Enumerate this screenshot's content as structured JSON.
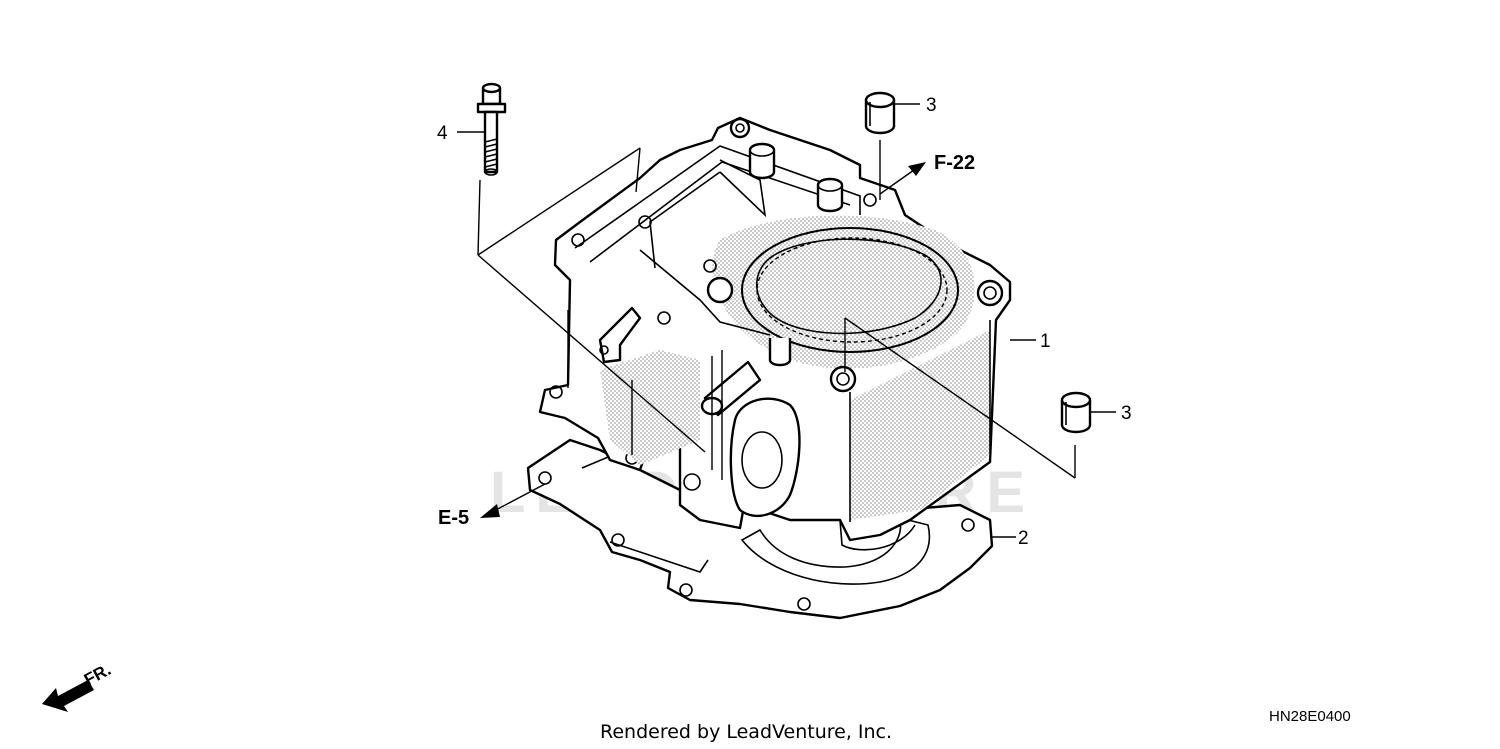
{
  "callouts": [
    {
      "id": "1",
      "label": "1"
    },
    {
      "id": "2",
      "label": "2"
    },
    {
      "id": "3a",
      "label": "3"
    },
    {
      "id": "3b",
      "label": "3"
    },
    {
      "id": "4",
      "label": "4"
    }
  ],
  "references": {
    "f22": "F-22",
    "e5": "E-5"
  },
  "front_indicator": "FR.",
  "diagram_code": "HN28E0400",
  "footer": "Rendered by LeadVenture, Inc.",
  "watermark": "LEADVENTURE",
  "colors": {
    "line": "#000000",
    "stipple": "#7a7a7a",
    "watermark": "#e4e4e4"
  },
  "icons": {
    "front": "front-arrow-icon",
    "reference": "reference-arrow-icon"
  }
}
